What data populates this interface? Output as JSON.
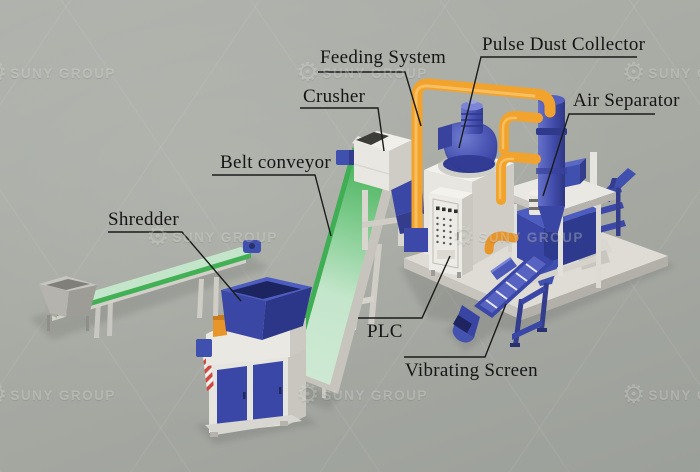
{
  "labels": {
    "feeding_system": "Feeding System",
    "pulse_dust_collector": "Pulse Dust Collector",
    "crusher": "Crusher",
    "air_separator": "Air Separator",
    "belt_conveyor": "Belt conveyor",
    "shredder": "Shredder",
    "plc": "PLC",
    "vibrating_screen": "Vibrating Screen"
  },
  "watermark": {
    "text": "SUNY GROUP",
    "gear_icon": "⚙"
  },
  "colors": {
    "background": "#a8aba4",
    "machine_blue": "#3b47a6",
    "machine_blue_light": "#5763c0",
    "machine_white": "#e8e6e0",
    "belt_green": "#42b055",
    "belt_green_pale": "#c3e5ca",
    "pipe_orange": "#f1a32d",
    "label_text": "#151515"
  }
}
